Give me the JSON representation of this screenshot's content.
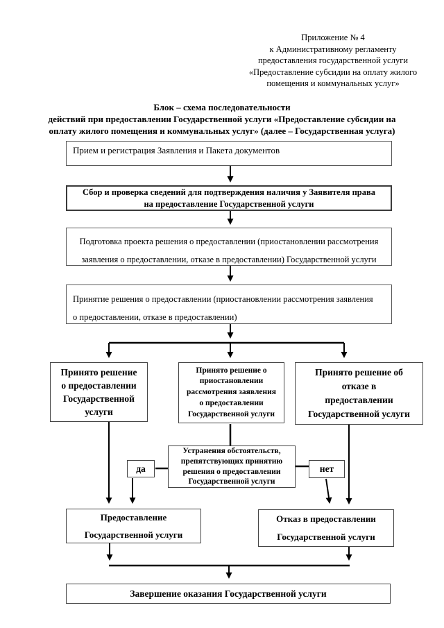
{
  "header": {
    "lines": [
      "Приложение № 4",
      "к Административному регламенту",
      "предоставления государственной услуги",
      "«Предоставление субсидии на оплату жилого",
      "помещения и коммунальных услуг»"
    ]
  },
  "title": {
    "lines": [
      "Блок – схема последовательности",
      "действий при предоставлении Государственной услуги «Предоставление субсидии на",
      "оплату жилого помещения и коммунальных услуг» (далее – Государственная услуга)"
    ]
  },
  "flow": {
    "reception": {
      "text": "Прием и регистрация Заявления и Пакета документов"
    },
    "verification": {
      "lines": [
        "Сбор и проверка сведений для подтверждения наличия у Заявителя права",
        "на предоставление Государственной услуги"
      ]
    },
    "draft_decision": {
      "lines": [
        "Подготовка проекта решения о предоставлении (приостановлении рассмотрения",
        "заявления о предоставлении, отказе в предоставлении) Государственной услуги"
      ]
    },
    "decision_making": {
      "lines": [
        "Принятие решения о предоставлении (приостановлении рассмотрения заявления",
        "о предоставлении, отказе в предоставлении)"
      ]
    },
    "decision_grant": {
      "lines": [
        "Принято решение",
        "о предоставлении",
        "Государственной",
        "услуги"
      ]
    },
    "decision_suspend": {
      "lines": [
        "Принято решение о",
        "приостановлении",
        "рассмотрения заявления",
        "о предоставлении",
        "Государственной услуги"
      ]
    },
    "decision_refuse": {
      "lines": [
        "Принято решение об",
        "отказе в",
        "предоставлении",
        "Государственной услуги"
      ]
    },
    "elimination": {
      "lines": [
        "Устранения обстоятельств,",
        "препятствующих принятию",
        "решения о предоставлении",
        "Государственной услуги"
      ]
    },
    "yes_label": "да",
    "no_label": "нет",
    "provide": {
      "lines": [
        "Предоставление",
        "Государственной услуги"
      ]
    },
    "refuse": {
      "lines": [
        "Отказ в предоставлении",
        "Государственной услуги"
      ]
    },
    "completion": {
      "text": "Завершение оказания Государственной услуги"
    }
  },
  "colors": {
    "background": "#ffffff",
    "text": "#000000",
    "line": "#000000",
    "border": "#4a4a4a"
  }
}
